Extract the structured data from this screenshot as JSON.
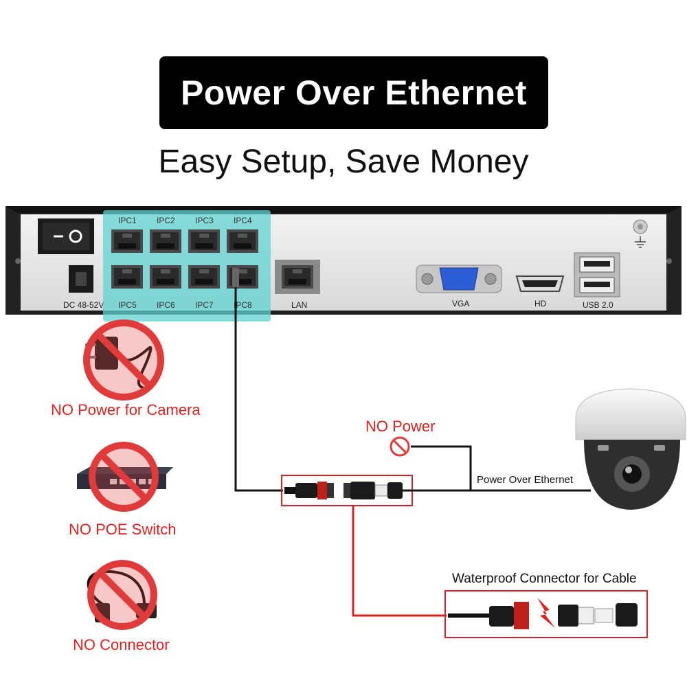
{
  "header": {
    "title": "Power Over Ethernet",
    "subtitle": "Easy Setup, Save Money"
  },
  "nvr": {
    "power_label": "DC 48-52V",
    "poe_ports_top": [
      "IPC1",
      "IPC2",
      "IPC3",
      "IPC4"
    ],
    "poe_ports_bottom": [
      "IPC5",
      "IPC6",
      "IPC7",
      "IPC8"
    ],
    "lan_label": "LAN",
    "vga_label": "VGA",
    "hd_label": "HD",
    "usb_label": "USB 2.0",
    "poe_highlight_color": "#5fd3d0"
  },
  "notes": {
    "no_power_camera": "NO Power for Camera",
    "no_poe_switch": "NO  POE Switch",
    "no_connector": "NO Connector",
    "no_power": "NO Power",
    "poe_link": "Power Over Ethernet",
    "waterproof": "Waterproof Connector for Cable"
  },
  "colors": {
    "accent_red": "#e0201c",
    "prohibit_red": "#e03a3a",
    "cable": "#111111"
  }
}
